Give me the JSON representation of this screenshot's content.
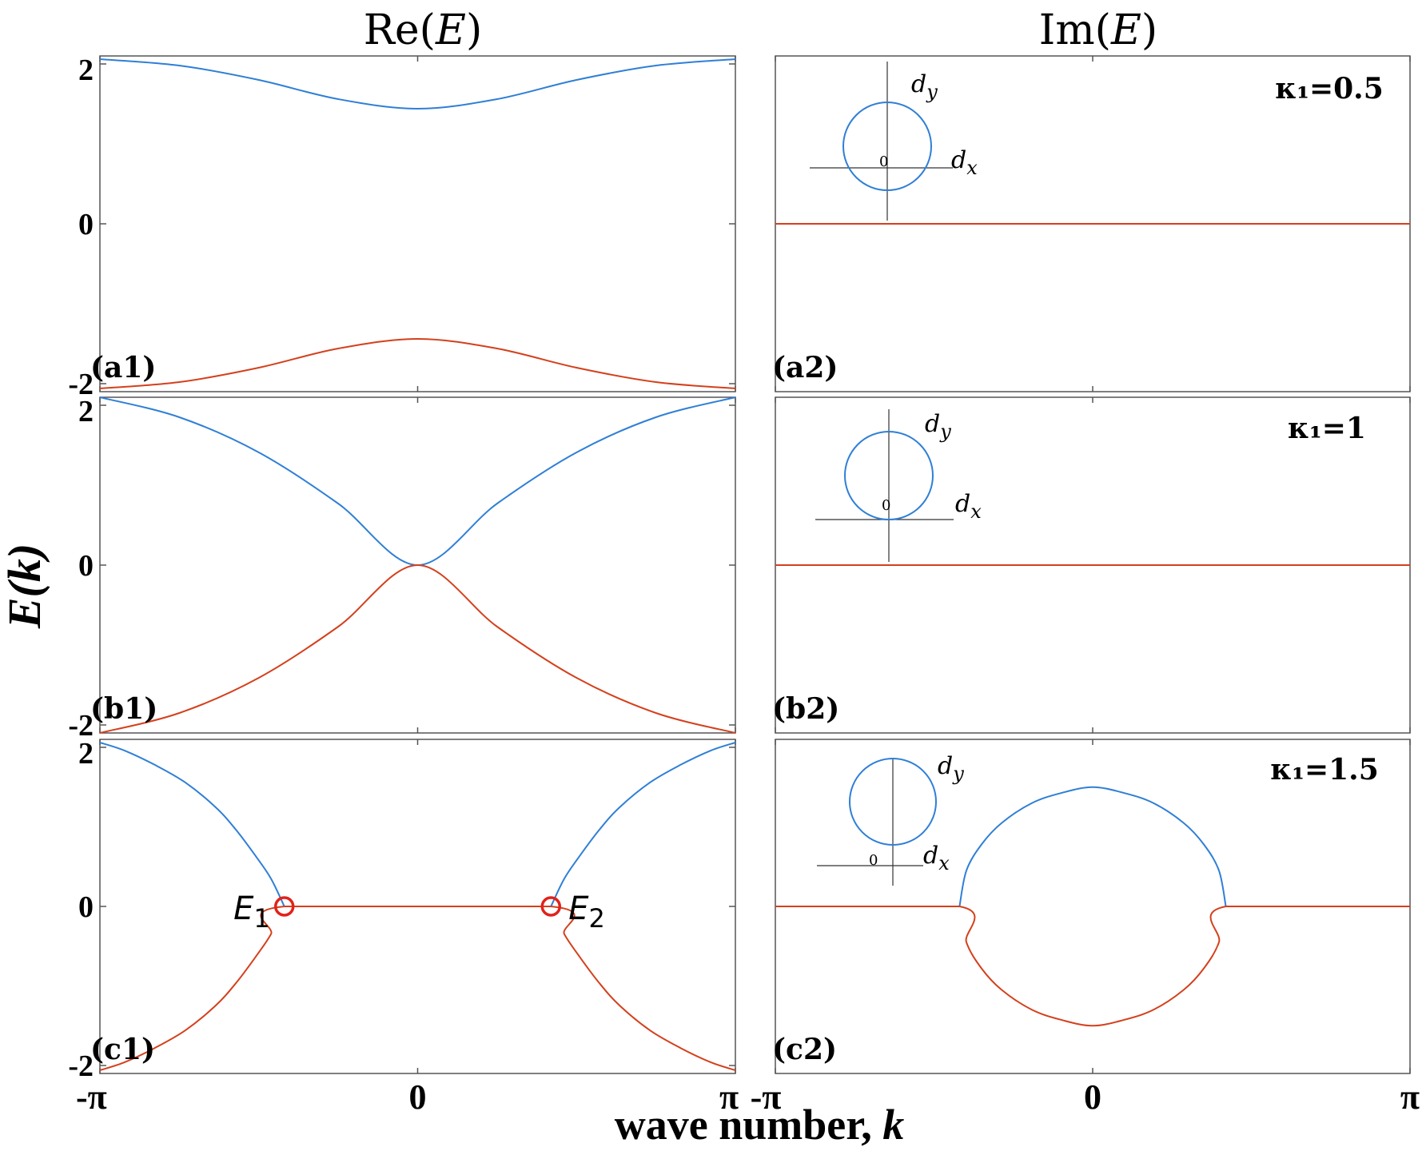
{
  "colors": {
    "upper_band": "#2f7fd6",
    "lower_band": "#d4401c",
    "exceptional_point": "#e0231b",
    "axis": "#555555"
  },
  "column_titles": {
    "re": "Re(",
    "re_var": "E",
    "re_close": ")",
    "im": "Im(",
    "im_var": "E",
    "im_close": ")"
  },
  "ylabel": {
    "text": "E(",
    "var": "k",
    "close": ")"
  },
  "xlabel": {
    "text": "wave number, ",
    "var": "k"
  },
  "x_ticks": [
    "-π",
    "0",
    "π"
  ],
  "y_ticks": [
    "2",
    "0",
    "-2"
  ],
  "inset": {
    "dy_base": "d",
    "dy_sub": "y",
    "dx_base": "d",
    "dx_sub": "x",
    "origin": "0"
  },
  "exceptional_points": [
    {
      "base": "E",
      "sub": "1"
    },
    {
      "base": "E",
      "sub": "2"
    }
  ],
  "chart_data": [
    {
      "panel": "(a1)",
      "type": "line",
      "part": "Re(E)",
      "kappa_label": "",
      "xlim": [
        -3.1416,
        3.1416
      ],
      "ylim": [
        -2.1,
        2.1
      ],
      "series": [
        {
          "x": [
            -3.1416,
            -2.3562,
            -1.5708,
            -0.7854,
            0,
            0.7854,
            1.5708,
            2.3562,
            3.1416
          ],
          "values": [
            2.06,
            1.98,
            1.8,
            1.56,
            1.44,
            1.56,
            1.8,
            1.98,
            2.06
          ]
        },
        {
          "x": [
            -3.1416,
            -2.3562,
            -1.5708,
            -0.7854,
            0,
            0.7854,
            1.5708,
            2.3562,
            3.1416
          ],
          "values": [
            -2.06,
            -1.98,
            -1.8,
            -1.56,
            -1.44,
            -1.56,
            -1.8,
            -1.98,
            -2.06
          ]
        }
      ]
    },
    {
      "panel": "(a2)",
      "type": "line",
      "part": "Im(E)",
      "kappa_label": "κ₁=0.5",
      "xlim": [
        -3.1416,
        3.1416
      ],
      "ylim": [
        -2.1,
        2.1
      ],
      "series": [
        {
          "x": [
            -3.1416,
            3.1416
          ],
          "values": [
            0,
            0
          ]
        }
      ]
    },
    {
      "panel": "(b1)",
      "type": "line",
      "part": "Re(E)",
      "kappa_label": "",
      "xlim": [
        -3.1416,
        3.1416
      ],
      "ylim": [
        -2.1,
        2.1
      ],
      "series": [
        {
          "x": [
            -3.1416,
            -2.3562,
            -1.5708,
            -0.7854,
            0,
            0.7854,
            1.5708,
            2.3562,
            3.1416
          ],
          "values": [
            2.1,
            1.85,
            1.41,
            0.77,
            0,
            0.77,
            1.41,
            1.85,
            2.1
          ]
        },
        {
          "x": [
            -3.1416,
            -2.3562,
            -1.5708,
            -0.7854,
            0,
            0.7854,
            1.5708,
            2.3562,
            3.1416
          ],
          "values": [
            -2.1,
            -1.85,
            -1.41,
            -0.77,
            0,
            -0.77,
            -1.41,
            -1.85,
            -2.1
          ]
        }
      ]
    },
    {
      "panel": "(b2)",
      "type": "line",
      "part": "Im(E)",
      "kappa_label": "κ₁=1",
      "xlim": [
        -3.1416,
        3.1416
      ],
      "ylim": [
        -2.1,
        2.1
      ],
      "series": [
        {
          "x": [
            -3.1416,
            3.1416
          ],
          "values": [
            0,
            0
          ]
        }
      ]
    },
    {
      "panel": "(c1)",
      "type": "line",
      "part": "Re(E)",
      "kappa_label": "",
      "xlim": [
        -3.1416,
        3.1416
      ],
      "ylim": [
        -2.1,
        2.1
      ],
      "series": [
        {
          "x": [
            -3.1416,
            -2.9,
            -2.6,
            -2.3,
            -2.0,
            -1.8,
            -1.6,
            -1.45,
            -1.3181
          ],
          "values": [
            2.06,
            1.96,
            1.78,
            1.56,
            1.25,
            0.97,
            0.63,
            0.35,
            0
          ]
        },
        {
          "x": [
            1.3181,
            1.45,
            1.6,
            1.8,
            2.0,
            2.3,
            2.6,
            2.9,
            3.1416
          ],
          "values": [
            0,
            0.35,
            0.63,
            0.97,
            1.25,
            1.56,
            1.78,
            1.96,
            2.06
          ]
        },
        {
          "x": [
            -3.1416,
            -2.9,
            -2.6,
            -2.3,
            -2.0,
            -1.8,
            -1.6,
            -1.45,
            -1.3181,
            1.3181,
            1.45,
            1.6,
            1.8,
            2.0,
            2.3,
            2.6,
            2.9,
            3.1416
          ],
          "values": [
            -2.06,
            -1.96,
            -1.78,
            -1.56,
            -1.25,
            -0.97,
            -0.63,
            -0.35,
            0,
            0,
            -0.35,
            -0.63,
            -0.97,
            -1.25,
            -1.56,
            -1.78,
            -1.96,
            -2.06
          ]
        }
      ],
      "exceptional_points_x": [
        -1.3181,
        1.3181
      ]
    },
    {
      "panel": "(c2)",
      "type": "line",
      "part": "Im(E)",
      "kappa_label": "κ₁=1.5",
      "xlim": [
        -3.1416,
        3.1416
      ],
      "ylim": [
        -2.1,
        2.1
      ],
      "series": [
        {
          "x": [
            -1.3181,
            -1.25,
            -1.1,
            -0.9,
            -0.6,
            -0.3,
            0,
            0.3,
            0.6,
            0.9,
            1.1,
            1.25,
            1.3181
          ],
          "values": [
            0,
            0.45,
            0.78,
            1.05,
            1.3,
            1.43,
            1.5,
            1.43,
            1.3,
            1.05,
            0.78,
            0.45,
            0
          ]
        },
        {
          "x": [
            -3.1416,
            -1.3181,
            -1.25,
            -1.1,
            -0.9,
            -0.6,
            -0.3,
            0,
            0.3,
            0.6,
            0.9,
            1.1,
            1.25,
            1.3181,
            3.1416
          ],
          "values": [
            0,
            0,
            -0.45,
            -0.78,
            -1.05,
            -1.3,
            -1.43,
            -1.5,
            -1.43,
            -1.3,
            -1.05,
            -0.78,
            -0.45,
            0,
            0
          ]
        }
      ]
    }
  ]
}
